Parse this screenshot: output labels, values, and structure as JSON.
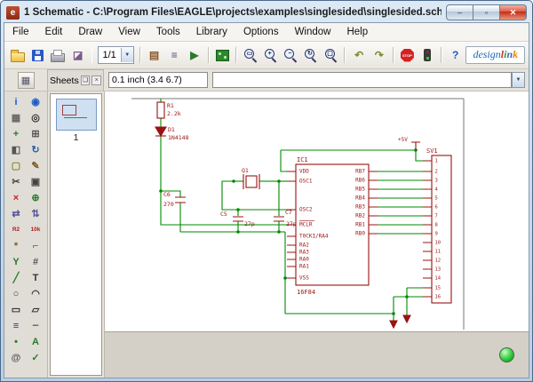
{
  "window": {
    "title": "1 Schematic - C:\\Program Files\\EAGLE\\projects\\examples\\singlesided\\singlesided.sch - ...",
    "app_icon_letter": "e",
    "minimize": "–",
    "maximize": "▫",
    "close": "✕"
  },
  "menu_bar": {
    "items": [
      "File",
      "Edit",
      "Draw",
      "View",
      "Tools",
      "Library",
      "Options",
      "Window",
      "Help"
    ]
  },
  "toolbar": {
    "sheet_selector": "1/1",
    "items": [
      {
        "type": "button",
        "name": "open-file-button",
        "icon": "open-folder-icon",
        "style": "open"
      },
      {
        "type": "button",
        "name": "save-button",
        "icon": "floppy-icon",
        "style": "save"
      },
      {
        "type": "button",
        "name": "print-button",
        "icon": "printer-icon",
        "style": "print"
      },
      {
        "type": "button",
        "name": "cam-processor-button",
        "icon": "cam-icon",
        "style": "glyph",
        "glyph": "◪",
        "color": "#7a5a8a"
      },
      {
        "type": "sep"
      },
      {
        "type": "combo",
        "name": "sheet-selector",
        "icon": "chevron-down-icon"
      },
      {
        "type": "sep"
      },
      {
        "type": "button",
        "name": "use-library-button",
        "icon": "library-icon",
        "style": "glyph",
        "glyph": "▤",
        "color": "#8a5a2a"
      },
      {
        "type": "button",
        "name": "script-button",
        "icon": "script-icon",
        "style": "glyph",
        "glyph": "≡",
        "color": "#445577"
      },
      {
        "type": "button",
        "name": "run-ulp-button",
        "icon": "run-icon",
        "style": "glyph",
        "glyph": "▶",
        "color": "#2a7a2a"
      },
      {
        "type": "sep"
      },
      {
        "type": "button",
        "name": "board-switch-button",
        "icon": "board-icon",
        "style": "board"
      },
      {
        "type": "sep"
      },
      {
        "type": "button",
        "name": "zoom-fit-button",
        "icon": "zoom-fit-icon",
        "style": "mag",
        "mod": "▭"
      },
      {
        "type": "button",
        "name": "zoom-in-button",
        "icon": "zoom-in-icon",
        "style": "mag",
        "mod": "+"
      },
      {
        "type": "button",
        "name": "zoom-out-button",
        "icon": "zoom-out-icon",
        "style": "mag",
        "mod": "−"
      },
      {
        "type": "button",
        "name": "zoom-redraw-button",
        "icon": "zoom-redraw-icon",
        "style": "mag",
        "mod": "↻"
      },
      {
        "type": "button",
        "name": "zoom-select-button",
        "icon": "zoom-select-icon",
        "style": "mag",
        "mod": "▢"
      },
      {
        "type": "sep"
      },
      {
        "type": "button",
        "name": "undo-button",
        "icon": "undo-arrow-icon",
        "style": "glyph",
        "glyph": "↶",
        "color": "#7a8a2a"
      },
      {
        "type": "button",
        "name": "redo-button",
        "icon": "redo-arrow-icon",
        "style": "glyph",
        "glyph": "↷",
        "color": "#7a8a2a"
      },
      {
        "type": "sep"
      },
      {
        "type": "button",
        "name": "stop-button",
        "icon": "stop-sign-icon",
        "style": "stop"
      },
      {
        "type": "button",
        "name": "go-button",
        "icon": "traffic-light-icon",
        "style": "go"
      },
      {
        "type": "sep"
      },
      {
        "type": "button",
        "name": "help-button",
        "icon": "question-icon",
        "style": "glyph",
        "glyph": "?",
        "color": "#1a5ac8"
      }
    ],
    "designlink": {
      "design": "design",
      "link_letters": [
        {
          "ch": "l",
          "color": "#cc3322"
        },
        {
          "ch": "i",
          "color": "#33a033"
        },
        {
          "ch": "n",
          "color": "#3366cc"
        },
        {
          "ch": "k",
          "color": "#ee8800"
        }
      ]
    }
  },
  "panel2": {
    "coordinates": "0.1 inch (3.4 6.7)",
    "command": ""
  },
  "sheets": {
    "title": "Sheets",
    "sheet_label": "1"
  },
  "palette": {
    "tools": [
      {
        "name": "info-tool",
        "icon": "info-icon",
        "glyph": "i",
        "color": "#1a5ac8"
      },
      {
        "name": "show-tool",
        "icon": "eye-icon",
        "glyph": "◉",
        "color": "#1a5ac8"
      },
      {
        "name": "display-tool",
        "icon": "layers-icon",
        "glyph": "▦",
        "color": "#666666"
      },
      {
        "name": "mark-tool",
        "icon": "mark-icon",
        "glyph": "◎",
        "color": "#333333"
      },
      {
        "name": "move-tool",
        "icon": "move-cross-icon",
        "glyph": "+",
        "color": "#2a7a2a"
      },
      {
        "name": "copy-tool",
        "icon": "copy-icon",
        "glyph": "⊞",
        "color": "#555555"
      },
      {
        "name": "mirror-tool",
        "icon": "mirror-icon",
        "glyph": "◧",
        "color": "#555555"
      },
      {
        "name": "rotate-tool",
        "icon": "rotate-icon",
        "glyph": "↻",
        "color": "#2a5aaa"
      },
      {
        "name": "group-tool",
        "icon": "group-rect-icon",
        "glyph": "▢",
        "color": "#888833"
      },
      {
        "name": "change-tool",
        "icon": "wrench-icon",
        "glyph": "✎",
        "color": "#7a5a2a"
      },
      {
        "name": "cut-tool",
        "icon": "scissors-icon",
        "glyph": "✂",
        "color": "#444444"
      },
      {
        "name": "paste-tool",
        "icon": "paste-icon",
        "glyph": "▣",
        "color": "#444444"
      },
      {
        "name": "delete-tool",
        "icon": "delete-x-icon",
        "glyph": "×",
        "color": "#cc2222"
      },
      {
        "name": "add-tool",
        "icon": "add-plus-icon",
        "glyph": "⊕",
        "color": "#2a7a2a"
      },
      {
        "name": "pinswap-tool",
        "icon": "pinswap-icon",
        "glyph": "⇄",
        "color": "#555599"
      },
      {
        "name": "gateswap-tool",
        "icon": "gateswap-icon",
        "glyph": "⇅",
        "color": "#555599"
      },
      {
        "name": "name-tool",
        "icon": "name-icon",
        "small": "R2",
        "color": "#aa2222"
      },
      {
        "name": "value-tool",
        "icon": "value-icon",
        "small": "10k",
        "color": "#aa2222"
      },
      {
        "name": "smash-tool",
        "icon": "hammer-icon",
        "glyph": "*",
        "color": "#7a5a2a"
      },
      {
        "name": "miter-tool",
        "icon": "miter-icon",
        "glyph": "⌐",
        "color": "#555555"
      },
      {
        "name": "split-tool",
        "icon": "split-icon",
        "glyph": "Y",
        "color": "#2a7a2a"
      },
      {
        "name": "invoke-tool",
        "icon": "invoke-icon",
        "glyph": "#",
        "color": "#555555"
      },
      {
        "name": "wire-tool",
        "icon": "wire-icon",
        "glyph": "╱",
        "color": "#2a7a2a"
      },
      {
        "name": "text-tool",
        "icon": "text-icon",
        "glyph": "T",
        "color": "#333333"
      },
      {
        "name": "circle-tool",
        "icon": "circle-icon",
        "glyph": "○",
        "color": "#333333"
      },
      {
        "name": "arc-tool",
        "icon": "arc-icon",
        "glyph": "◠",
        "color": "#333333"
      },
      {
        "name": "rect-tool",
        "icon": "rect-icon",
        "glyph": "▭",
        "color": "#333333"
      },
      {
        "name": "polygon-tool",
        "icon": "polygon-icon",
        "glyph": "▱",
        "color": "#333333"
      },
      {
        "name": "bus-tool",
        "icon": "bus-icon",
        "glyph": "≡",
        "color": "#2222cc"
      },
      {
        "name": "net-tool",
        "icon": "net-icon",
        "glyph": "┄",
        "color": "#2a7a2a"
      },
      {
        "name": "junction-tool",
        "icon": "junction-icon",
        "glyph": "•",
        "color": "#2a7a2a"
      },
      {
        "name": "label-tool",
        "icon": "label-icon",
        "glyph": "A",
        "color": "#2a7a2a"
      },
      {
        "name": "attribute-tool",
        "icon": "attribute-icon",
        "glyph": "@",
        "color": "#555555"
      },
      {
        "name": "erc-tool",
        "icon": "erc-check-icon",
        "glyph": "✓",
        "color": "#2a7a2a"
      }
    ]
  },
  "schematic": {
    "r1": {
      "ref": "R1",
      "value": "2.2k"
    },
    "d1": {
      "ref": "D1",
      "value": "1N4148"
    },
    "q1": {
      "ref": "Q1"
    },
    "c5": {
      "ref": "C5",
      "value": "27p"
    },
    "c6": {
      "ref": "C6",
      "value": "270"
    },
    "c7": {
      "ref": "C7",
      "value": "27p"
    },
    "ic1": {
      "ref": "IC1",
      "value": "16F84",
      "left_pins": [
        "VDD",
        "OSC1",
        "OSC2",
        "MCLR",
        "T0CKI/RA4",
        "RA2",
        "RA3",
        "RA0",
        "RA1",
        "VSS"
      ],
      "right_pins": [
        "RB7",
        "RB6",
        "RB5",
        "RB4",
        "RB3",
        "RB2",
        "RB1",
        "RB0"
      ]
    },
    "sv1": {
      "ref": "SV1",
      "pins": [
        "1",
        "2",
        "3",
        "4",
        "5",
        "6",
        "7",
        "8",
        "9",
        "10",
        "11",
        "12",
        "13",
        "14",
        "15",
        "16"
      ]
    },
    "supply": "+5V",
    "colors": {
      "wire": "#008a00",
      "symbol": "#9b1212"
    }
  },
  "status": {
    "led_color": "#2ecc40"
  }
}
